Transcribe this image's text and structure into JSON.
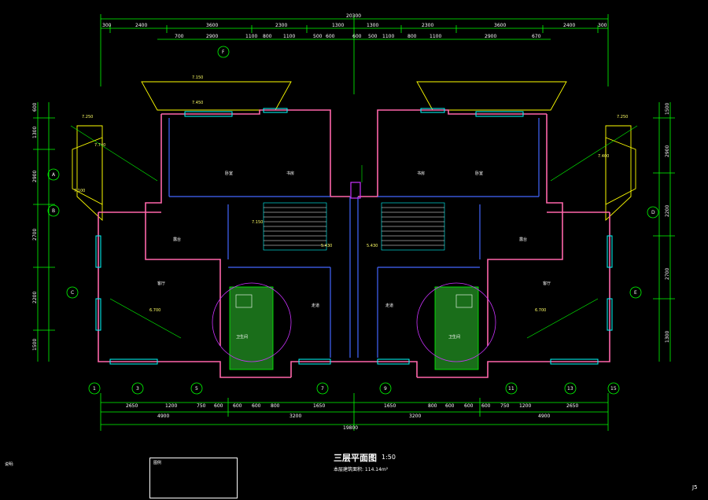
{
  "title": "三层平面图",
  "scale": "1:50",
  "area_label": "本层建筑面积: 114.14m²",
  "sheet_no": "J5",
  "notes_heading": "说明:",
  "legend_heading": "图例",
  "colors": {
    "wall": "#ff66aa",
    "window": "#00ffff",
    "dimension": "#00ff00",
    "roof": "#ffff00",
    "column": "#4466ff",
    "accent": "#cc33ff",
    "bathroom_fill": "#1a6e1a"
  },
  "top_dims": {
    "overall": "20300",
    "row1": [
      "300",
      "2400",
      "3600",
      "2300",
      "1300",
      "1300",
      "2300",
      "3600",
      "2400",
      "300"
    ],
    "row2": [
      "700",
      "2900",
      "1100",
      "800",
      "1100",
      "500",
      "600",
      "600",
      "500",
      "1100",
      "800",
      "1100",
      "2900",
      "670"
    ]
  },
  "bottom_dims": {
    "overall": "19800",
    "row1": [
      "2650",
      "1200",
      "750",
      "600",
      "600",
      "600",
      "800",
      "1650",
      "1650",
      "800",
      "600",
      "600",
      "600",
      "750",
      "1200",
      "2650"
    ],
    "row2": [
      "4900",
      "3200",
      "3200",
      "4900"
    ]
  },
  "left_dims": [
    "600",
    "1300",
    "2900",
    "2700",
    "2200",
    "1500"
  ],
  "right_dims": [
    "1500",
    "2900",
    "2200",
    "2700",
    "1300"
  ],
  "rooms": [
    "卧室",
    "卧室",
    "客厅",
    "客厅",
    "书房",
    "书房",
    "卫生间",
    "卫生间",
    "露台",
    "露台",
    "走道",
    "走道"
  ],
  "elevation_tags": [
    "7.150",
    "7.450",
    "7.250",
    "7.740",
    "7.250",
    "7.400",
    "7.100",
    "5.430",
    "5.430",
    "7.150",
    "6.700",
    "6.700"
  ],
  "axis_labels": [
    "1",
    "3",
    "5",
    "7",
    "9",
    "11",
    "13",
    "15",
    "A",
    "B",
    "C",
    "D",
    "E",
    "F"
  ]
}
